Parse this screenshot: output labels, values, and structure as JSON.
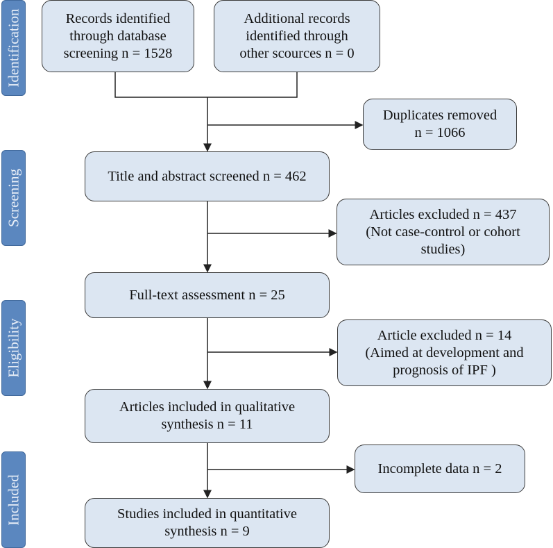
{
  "stages": [
    "Identification",
    "Screening",
    "Eligibility",
    "Included"
  ],
  "boxes": {
    "db_records": "Records identified\nthrough database\nscreening   n = 1528",
    "other_records": "Additional records\nidentified through\nother scources   n =  0",
    "duplicates": "Duplicates removed\nn = 1066",
    "title_abstract": "Title and abstract screened   n = 462",
    "excluded_1": "Articles excluded   n = 437\n(Not case-control or cohort\nstudies)",
    "full_text": "Full-text assessment   n = 25",
    "excluded_2": "Article excluded   n = 14\n(Aimed at development and\nprognosis of IPF )",
    "qualitative": "Articles included in qualitative\nsynthesis   n = 11",
    "incomplete": "Incomplete data   n = 2",
    "quantitative": "Studies included in quantitative\nsynthesis   n = 9"
  },
  "colors": {
    "stage": "#5b87bf",
    "box": "#dce6f2",
    "line": "#222222"
  }
}
